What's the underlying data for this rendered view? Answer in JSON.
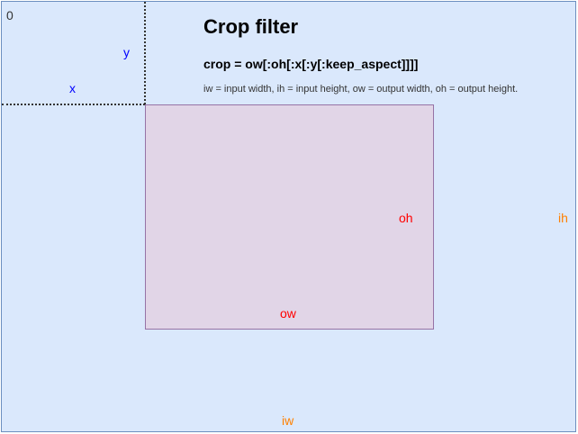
{
  "title": "Crop filter",
  "syntax": "crop = ow[:oh[:x[:y[:keep_aspect]]]]",
  "legend": "iw = input width, ih = input height, ow = output width, oh = output height.",
  "labels": {
    "origin": "0",
    "x": "x",
    "y": "y",
    "ow": "ow",
    "oh": "oh",
    "iw": "iw",
    "ih": "ih"
  },
  "colors": {
    "input_fill": "#dae8fc",
    "input_stroke": "#6c8ebf",
    "output_fill": "#e1d5e7",
    "output_stroke": "#9673a6",
    "offset_label": "#0000ff",
    "output_label": "#ff0000",
    "input_label": "#ff8000"
  }
}
